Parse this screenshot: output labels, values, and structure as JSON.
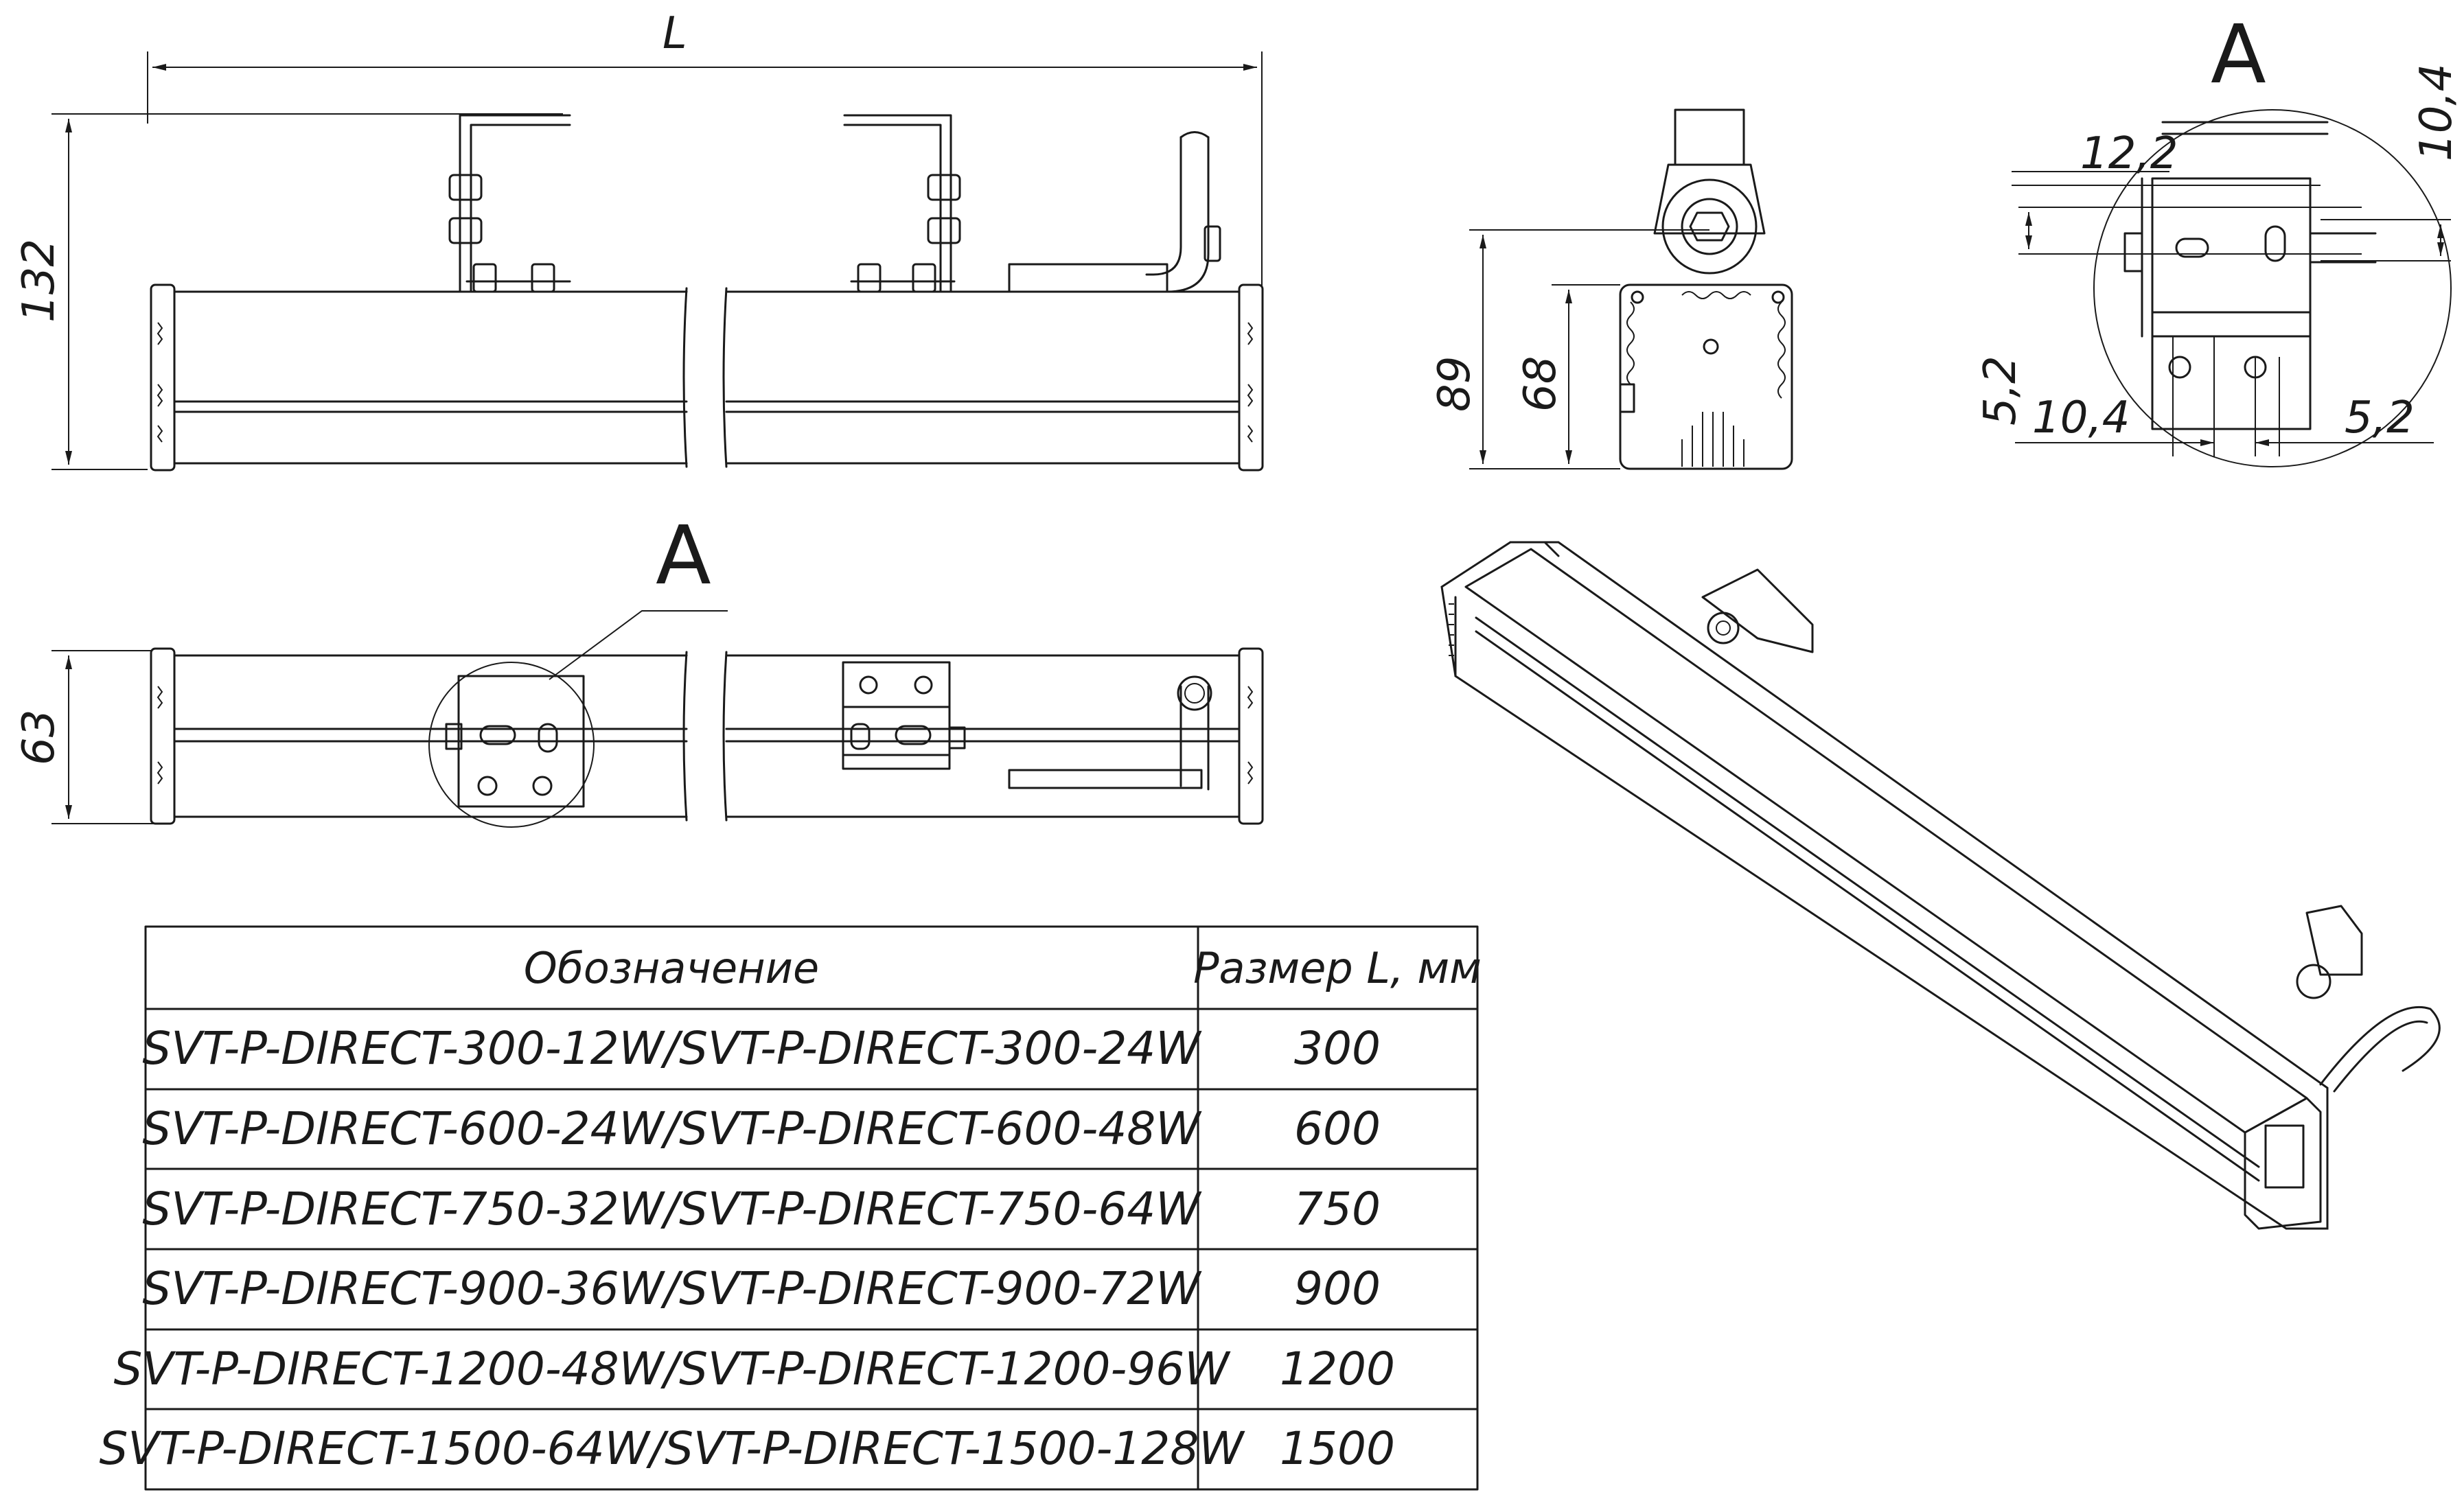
{
  "dimensions": {
    "length": "L",
    "height_side": "132",
    "width_top": "63",
    "height_end": "89",
    "height_profile": "68",
    "detail_12_2": "12,2",
    "detail_10_4_v": "10,4",
    "detail_5_2_v": "5,2",
    "detail_10_4_h": "10,4",
    "detail_5_2_h": "5,2"
  },
  "views": {
    "detail_label_top": "A",
    "detail_label_view": "A"
  },
  "table": {
    "header_designation": "Обозначение",
    "header_size": "Размер L, мм",
    "rows": [
      {
        "designation": "SVT-P-DIRECT-300-12W/SVT-P-DIRECT-300-24W",
        "size": "300"
      },
      {
        "designation": "SVT-P-DIRECT-600-24W/SVT-P-DIRECT-600-48W",
        "size": "600"
      },
      {
        "designation": "SVT-P-DIRECT-750-32W/SVT-P-DIRECT-750-64W",
        "size": "750"
      },
      {
        "designation": "SVT-P-DIRECT-900-36W/SVT-P-DIRECT-900-72W",
        "size": "900"
      },
      {
        "designation": "SVT-P-DIRECT-1200-48W/SVT-P-DIRECT-1200-96W",
        "size": "1200"
      },
      {
        "designation": "SVT-P-DIRECT-1500-64W/SVT-P-DIRECT-1500-128W",
        "size": "1500"
      }
    ]
  }
}
